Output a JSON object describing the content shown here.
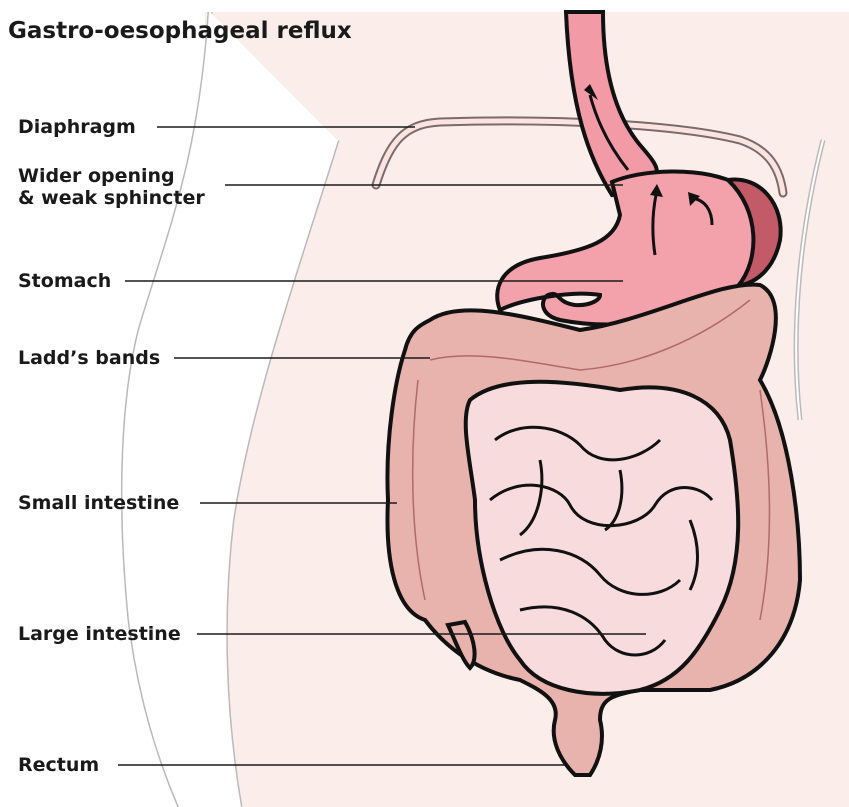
{
  "title": "Gastro-oesophageal reflux",
  "labels": {
    "diaphragm": "Diaphragm",
    "opening_line1": "Wider opening",
    "opening_line2": "& weak sphincter",
    "stomach": "Stomach",
    "ladds_bands": "Ladd’s bands",
    "small_intestine": "Small intestine",
    "large_intestine": "Large intestine",
    "rectum": "Rectum"
  },
  "colors": {
    "body_fill": "#fbeeea",
    "body_outline": "#b9b9b9",
    "oesophagus": "#f29aa6",
    "stomach": "#f3a1ab",
    "stomach_fundus": "#c35a68",
    "colon": "#e8b2ad",
    "small_intestine": "#f8dcdd",
    "outline": "#111111"
  }
}
